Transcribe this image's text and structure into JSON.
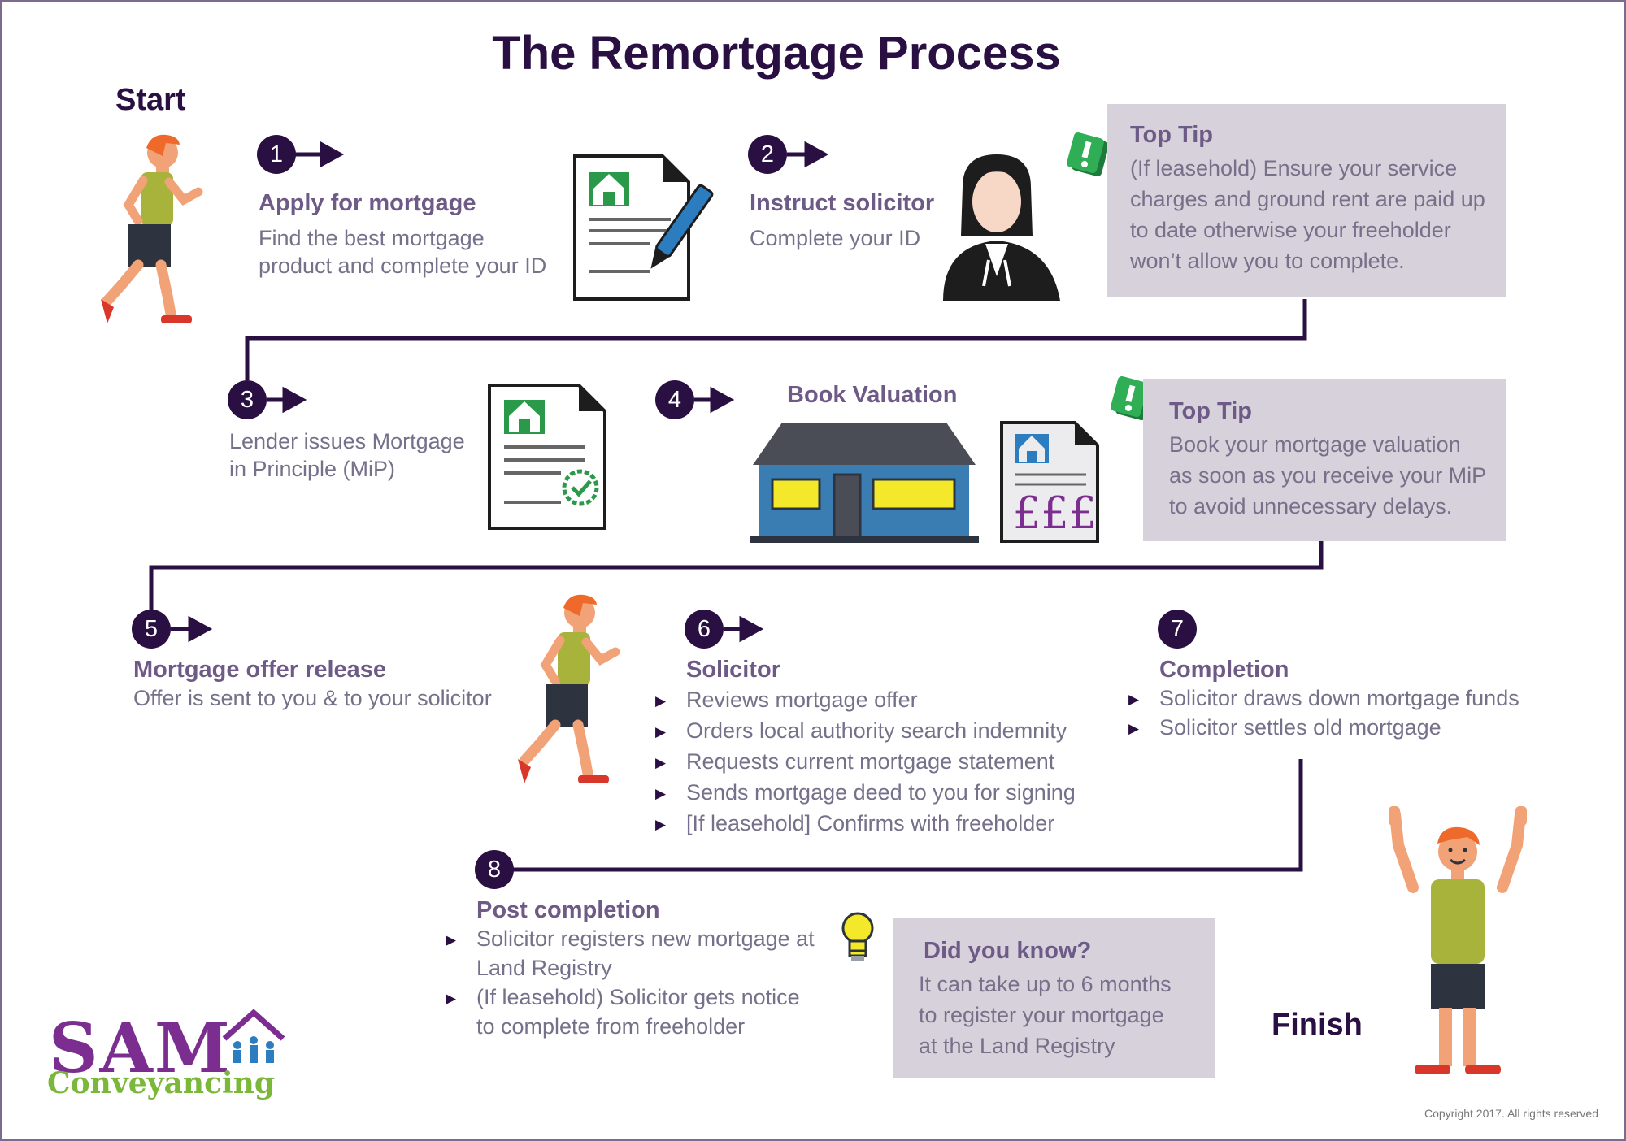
{
  "title": "The Remortgage Process",
  "start_label": "Start",
  "finish_label": "Finish",
  "steps": [
    {
      "number": "1",
      "heading": "Apply for mortgage",
      "lines": [
        "Find the best mortgage",
        "product and complete your ID"
      ]
    },
    {
      "number": "2",
      "heading": "Instruct solicitor",
      "lines": [
        "Complete your ID"
      ]
    },
    {
      "number": "3",
      "lines": [
        "Lender issues Mortgage",
        "in Principle (MiP)"
      ]
    },
    {
      "number": "4",
      "heading": "Book Valuation"
    },
    {
      "number": "5",
      "heading": "Mortgage offer release",
      "lines": [
        "Offer is sent to you & to your solicitor"
      ]
    },
    {
      "number": "6",
      "heading": "Solicitor",
      "bullets": [
        "Reviews mortgage offer",
        "Orders local authority search indemnity",
        "Requests current mortgage statement",
        "Sends mortgage deed to you for signing",
        "[If leasehold] Confirms with freeholder"
      ]
    },
    {
      "number": "7",
      "heading": "Completion",
      "bullets": [
        "Solicitor draws down mortgage funds",
        "Solicitor settles old mortgage"
      ]
    },
    {
      "number": "8",
      "heading": "Post completion",
      "bullets": [
        "Solicitor registers new mortgage at",
        "Land Registry",
        "(If leasehold) Solicitor gets notice",
        "to complete from freeholder"
      ]
    }
  ],
  "tips": [
    {
      "heading": "Top Tip",
      "lines": [
        "(If leasehold) Ensure your service",
        "charges and ground rent are paid up",
        "to date otherwise your freeholder",
        "won’t allow you to complete."
      ]
    },
    {
      "heading": "Top Tip",
      "lines": [
        "Book your mortgage valuation",
        "as soon as you receive your MiP",
        "to avoid unnecessary delays."
      ]
    },
    {
      "heading": "Did you know?",
      "lines": [
        "It can take up to 6 months",
        "to register your mortgage",
        "at the Land Registry"
      ]
    }
  ],
  "valuation_doc_text": "£££",
  "logo": {
    "name": "SAM",
    "sub": "Conveyancing"
  },
  "copyright": "Copyright 2017. All rights reserved",
  "colors": {
    "dark_purple": "#2a0f42",
    "heading_purple": "#6e5a86",
    "tip_box": "#d6d1da",
    "house_blue": "#3a7db2",
    "accent_green": "#22a04a",
    "logo_purple": "#7b2d90",
    "logo_green": "#7bb83a"
  },
  "icons": [
    "runner-icon",
    "document-pen-icon",
    "solicitor-icon",
    "alert-icon",
    "document-check-icon",
    "house-icon",
    "valuation-document-icon",
    "lightbulb-icon",
    "celebrating-person-icon",
    "family-house-logo-icon"
  ]
}
